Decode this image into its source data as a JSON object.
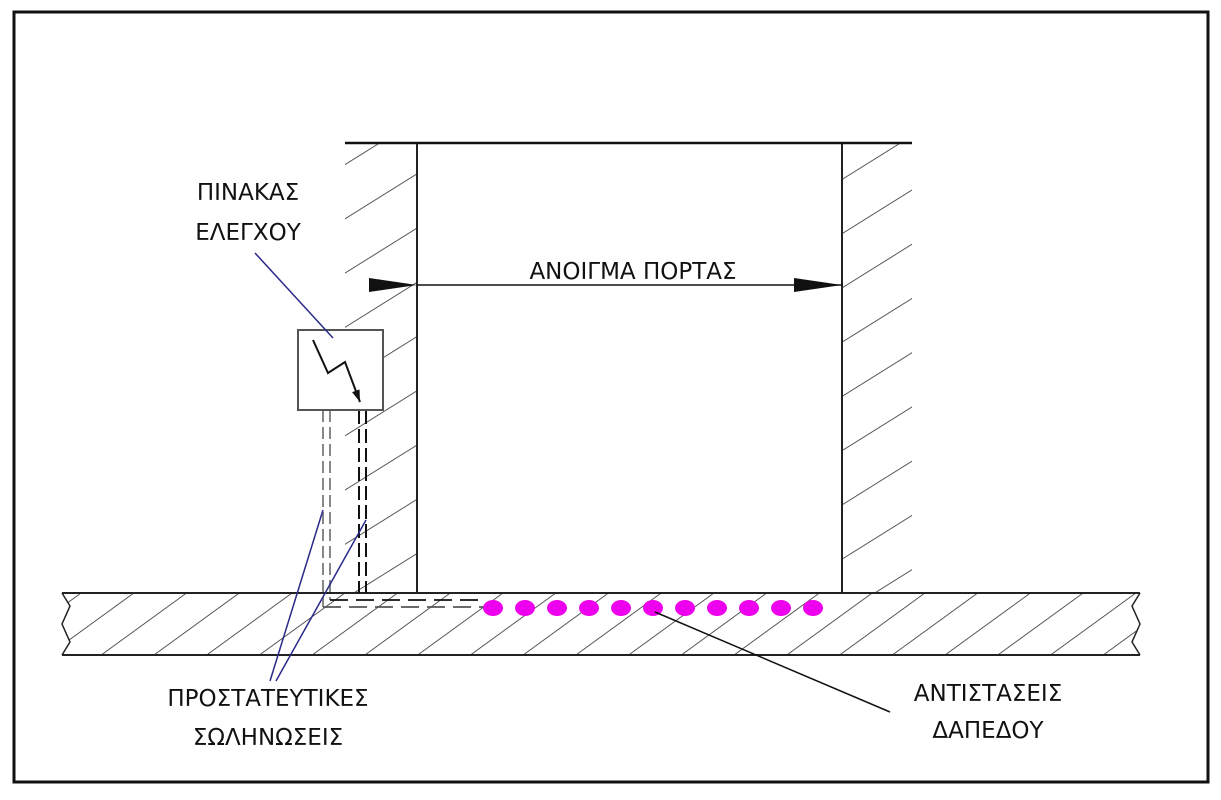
{
  "labels": {
    "door_opening": "ΑΝΟΙΓΜΑ ΠΟΡΤΑΣ",
    "control_panel": [
      "ΠΙΝΑΚΑΣ",
      "ΕΛΕΓΧΟΥ"
    ],
    "protective_conduits": [
      "ΠΡΟΣΤΑΤΕΥΤΙΚΕΣ",
      "ΣΩΛΗΝΩΣΕΙΣ"
    ],
    "floor_heaters": [
      "ΑΝΤΙΣΤΑΣΕΙΣ",
      "ΔΑΠΕΔΟΥ"
    ]
  },
  "icons": {
    "control_panel": "lightning-bolt-icon"
  },
  "heater_count": 11,
  "colors": {
    "heater": "#ee00ee",
    "leader_blue": "#2a2a8a",
    "line": "#222222",
    "conduit_gray": "#888888"
  }
}
